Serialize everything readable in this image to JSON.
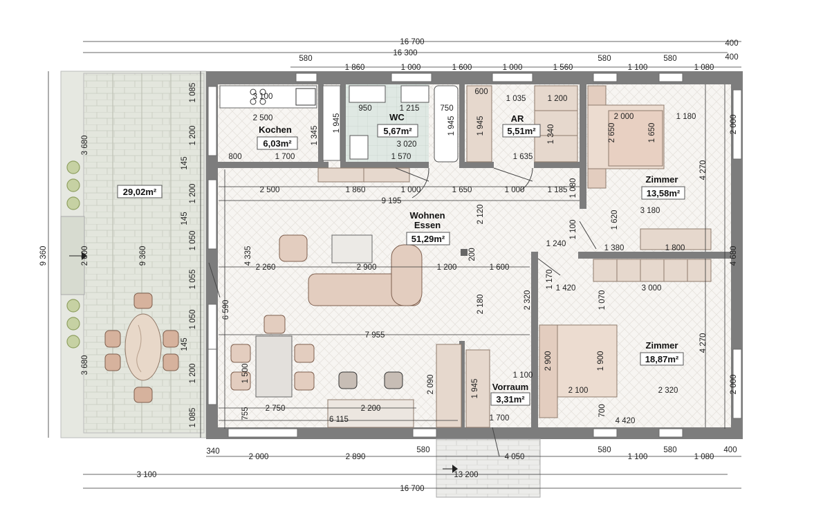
{
  "rooms": {
    "kochen": {
      "name": "Kochen",
      "area": "6,03m²"
    },
    "wc": {
      "name": "WC",
      "area": "5,67m²"
    },
    "ar": {
      "name": "AR",
      "area": "5,51m²"
    },
    "zimmer1": {
      "name": "Zimmer",
      "area": "13,58m²"
    },
    "wohnen": {
      "name1": "Wohnen",
      "name2": "Essen",
      "area": "51,29m²"
    },
    "zimmer2": {
      "name": "Zimmer",
      "area": "18,87m²"
    },
    "vorraum": {
      "name": "Vorraum",
      "area": "3,31m²"
    },
    "terrasse": {
      "area": "29,02m²"
    }
  },
  "dims": {
    "overall_top": "16 700",
    "inner_top": "16 300",
    "top_right_a": "400",
    "top_right_b": "400",
    "window_row": [
      "580",
      "1 860",
      "1 000",
      "1 600",
      "1 000",
      "1 560",
      "580",
      "1 100",
      "580",
      "1 080"
    ],
    "left_outer": "9 360",
    "terrace_left": [
      "3 680",
      "2 000",
      "3 680"
    ],
    "terrace_inner": "9 360",
    "left_wall": [
      "1 085",
      "1 200",
      "145",
      "1 200",
      "145",
      "1 050",
      "1 055",
      "1 050",
      "145",
      "1 200",
      "1 085"
    ],
    "right_wall": [
      "2 000",
      "4 680",
      "2 000",
      "4 270",
      "4 270"
    ],
    "kitchen": [
      "3 100",
      "2 500",
      "1 345",
      "1 945",
      "800",
      "1 700"
    ],
    "wc": [
      "950",
      "1 215",
      "750",
      "1 945",
      "3 020",
      "1 570"
    ],
    "ar": [
      "600",
      "1 035",
      "1 200",
      "1 945",
      "1 340",
      "1 635"
    ],
    "zimmer1": [
      "2 000",
      "1 180",
      "2 650",
      "1 650",
      "3 180",
      "1 620",
      "1 380",
      "1 800"
    ],
    "living_row": [
      "2 500",
      "1 860",
      "1 000",
      "1 650",
      "1 000",
      "1 185"
    ],
    "living_total": "9 195",
    "living_misc": [
      "1 080",
      "1 100",
      "1 240",
      "2 120",
      "200",
      "1 200",
      "1 600",
      "2 260",
      "2 900",
      "4 335",
      "6 590",
      "1 170",
      "1 420",
      "3 000",
      "1 070",
      "2 320",
      "2 180",
      "7 955"
    ],
    "dining": [
      "1 500",
      "755",
      "2 750",
      "2 200",
      "6 115",
      "2 090"
    ],
    "vorraum": [
      "1 945",
      "1 100",
      "1 700",
      "2 900",
      "1 900",
      "2 100",
      "2 320",
      "700",
      "4 420"
    ],
    "bottom_row": [
      "340",
      "2 000",
      "2 890",
      "580",
      "4 050",
      "580",
      "1 100",
      "580",
      "1 080",
      "400"
    ],
    "bottom_a": "3 100",
    "bottom_b": "13 200",
    "bottom_total": "16 700"
  },
  "colors": {
    "wall": "#7d7d7d",
    "floor": "#f6f4f1",
    "terrace": "#e2e5dc",
    "furniture": "#e3cdbf",
    "furniture_dark": "#c9a08b",
    "dim_line": "#333333"
  }
}
